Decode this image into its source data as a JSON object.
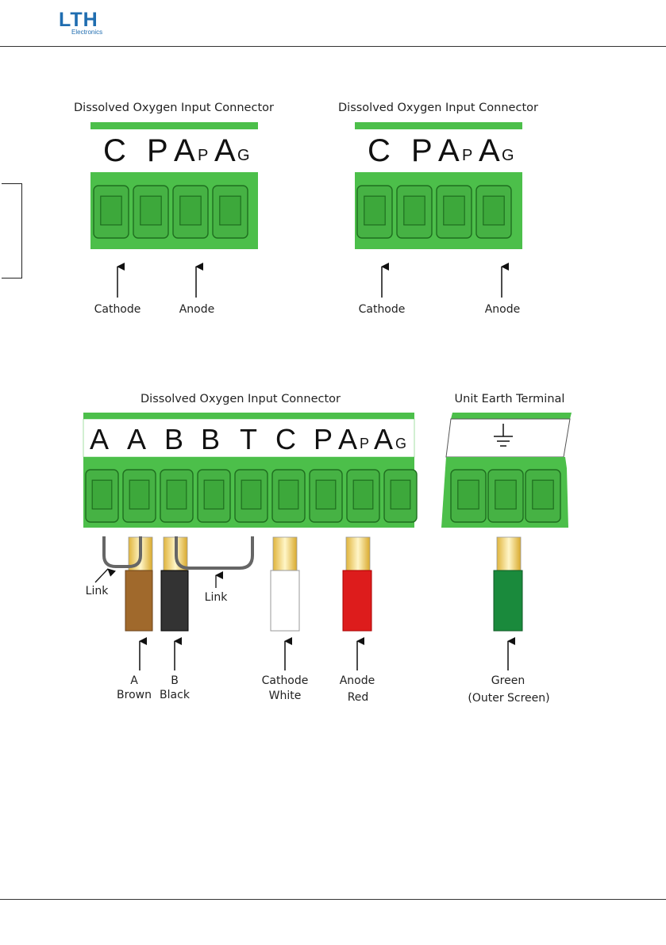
{
  "logo": {
    "main": "LTH",
    "sub": "Electronics"
  },
  "connector_top_left": {
    "title": "Dissolved Oxygen Input Connector",
    "pins": [
      "C",
      "P",
      "A",
      "P",
      "A",
      "G"
    ],
    "labels": {
      "cathode": "Cathode",
      "anode": "Anode"
    }
  },
  "connector_top_right": {
    "title": "Dissolved Oxygen Input Connector",
    "pins": [
      "C",
      "P",
      "A",
      "P",
      "A",
      "G"
    ],
    "labels": {
      "cathode": "Cathode",
      "anode": "Anode"
    }
  },
  "connector_bottom": {
    "title": "Dissolved Oxygen Input Connector",
    "pins": [
      "A",
      "A",
      "B",
      "B",
      "T",
      "C",
      "P",
      "A",
      "P",
      "A",
      "G"
    ],
    "link_left": "Link",
    "link_right": "Link",
    "wires": [
      {
        "line1": "A",
        "line2": "Brown",
        "color": "#a0692c"
      },
      {
        "line1": "B",
        "line2": "Black",
        "color": "#333333"
      },
      {
        "line1": "Cathode",
        "line2": "White",
        "color": "#ffffff"
      },
      {
        "line1": "Anode",
        "line2": "Red",
        "color": "#dd1c1c"
      }
    ]
  },
  "earth_terminal": {
    "title": "Unit Earth Terminal",
    "wire": {
      "line1": "Green",
      "line2": "(Outer Screen)",
      "color": "#1a8a3c"
    }
  },
  "colors": {
    "terminal_green": "#4cbf4a",
    "terminal_dark": "#1f6e1f",
    "logo_blue": "#1f6db0"
  }
}
